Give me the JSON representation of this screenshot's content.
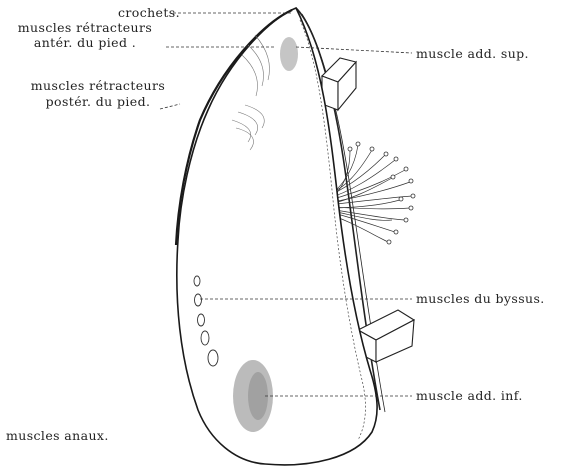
{
  "labels": {
    "crochets": "crochets.",
    "retracteurs_anter_line1": "muscles rétracteurs",
    "retracteurs_anter_line2": "antér. du pied .",
    "retracteurs_poster_line1": "muscles rétracteurs",
    "retracteurs_poster_line2": "postér. du pied.",
    "add_sup": "muscle add. sup.",
    "byssus": "muscles du byssus.",
    "add_inf": "muscle add. inf.",
    "anaux": "muscles anaux."
  }
}
